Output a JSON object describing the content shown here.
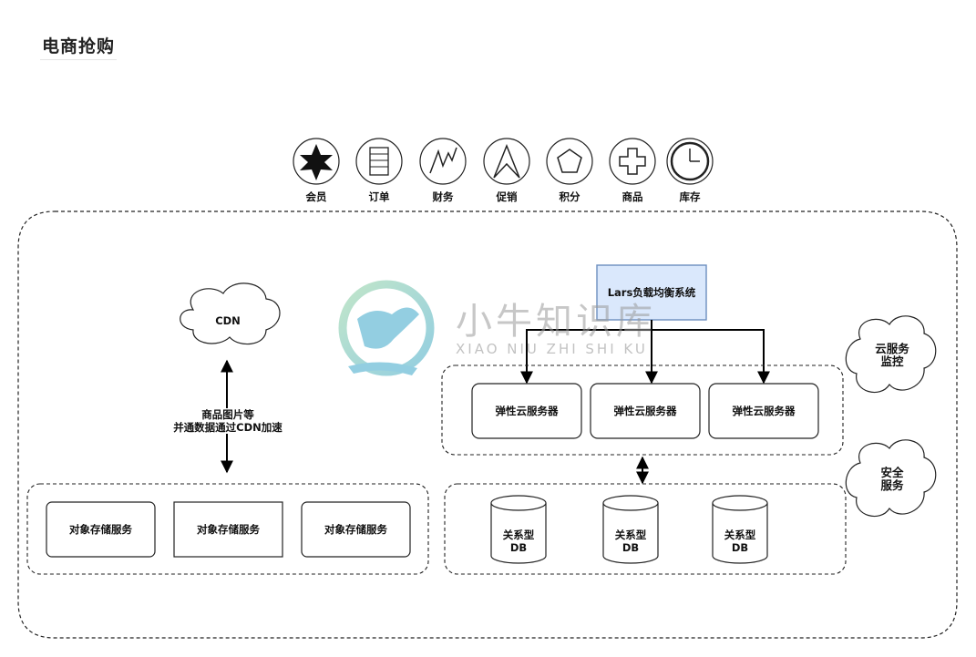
{
  "header": {
    "title": "电商抢购"
  },
  "icons": [
    {
      "name": "star-icon",
      "label": "会员"
    },
    {
      "name": "document-icon",
      "label": "订单"
    },
    {
      "name": "zigzag-icon",
      "label": "财务"
    },
    {
      "name": "arrow-up-icon",
      "label": "促销"
    },
    {
      "name": "pentagon-icon",
      "label": "积分"
    },
    {
      "name": "cross-icon",
      "label": "商品"
    },
    {
      "name": "clock-icon",
      "label": "库存"
    }
  ],
  "nodes": {
    "cdn": "CDN",
    "cdn_note": "商品图片等\n并通数据通过CDN加速",
    "load_balancer": "Lars负载均衡系统",
    "ecs": [
      "弹性云服务器",
      "弹性云服务器",
      "弹性云服务器"
    ],
    "object_storage": [
      "对象存储服务",
      "对象存储服务",
      "对象存储服务"
    ],
    "db": [
      "关系型\nDB",
      "关系型\nDB",
      "关系型\nDB"
    ],
    "monitor": "云服务\n监控",
    "security": "安全\n服务"
  },
  "watermark": {
    "cn": "小牛知识库",
    "en": "XIAO NIU ZHI SHI KU"
  },
  "colors": {
    "load_balancer_fill": "#dae8fc",
    "load_balancer_stroke": "#6c8ebf"
  }
}
